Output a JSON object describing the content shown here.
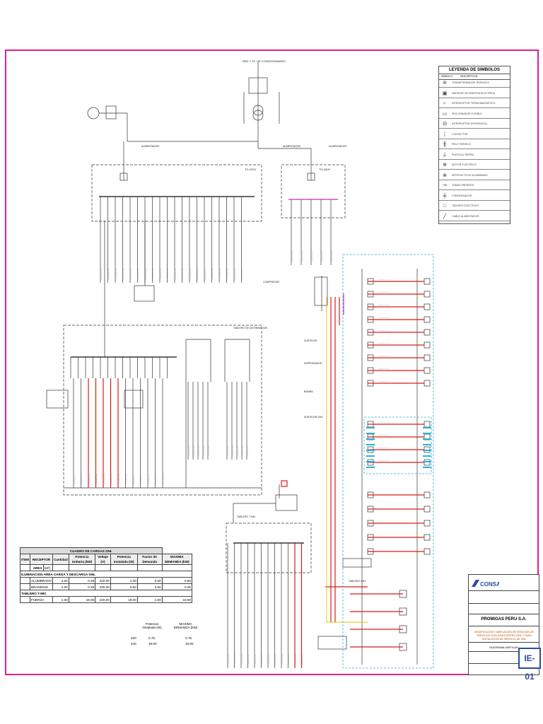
{
  "colors": {
    "frame": "#e21d8c",
    "red": "#d81b1b",
    "cyan": "#27b4d6",
    "yellow": "#e0c400",
    "magenta": "#c030c0",
    "ink": "#333333",
    "tb_blue": "#2b4ca6"
  },
  "diagram": {
    "source_label": "RED Y ST. DE CONCESIONARIO",
    "board_tg_220": "TG-220V",
    "board_tg_440": "TG-440V",
    "subboard_label": "TABLERO DE DISTRIBUCION",
    "feed_labels": [
      "ALIMENTADOR",
      "ALIMENTADOR",
      "ALIMENTADOR"
    ],
    "side_labels": [
      "COMPRESOR",
      "SURTIDOR",
      "DISPENSADOR",
      "SURTIDOR GNV",
      "BOMBA"
    ],
    "right_panel_label": "TABLERO GNV",
    "bottom_label": "TABLERO T-IMC"
  },
  "legend": {
    "title": "LEYENDA DE SIMBOLOS",
    "col_symbol": "SIMBOLO",
    "col_description": "DESCRIPCION",
    "rows": [
      {
        "icon": "transformer-icon",
        "glyph": "⊜",
        "text": "TRANSFORMADOR TRIFASICO"
      },
      {
        "icon": "meter-icon",
        "glyph": "▣",
        "text": "MEDIDOR DE ENERGIA ELECTRICA"
      },
      {
        "icon": "breaker-icon",
        "glyph": "⌐",
        "text": "INTERRUPTOR TERMOMAGNETICO"
      },
      {
        "icon": "switch-icon",
        "glyph": "▭",
        "text": "SECCIONADOR FUSIBLE"
      },
      {
        "icon": "differential-icon",
        "glyph": "⊟",
        "text": "INTERRUPTOR DIFERENCIAL"
      },
      {
        "icon": "contactor-icon",
        "glyph": "╎",
        "text": "CONTACTOR"
      },
      {
        "icon": "relay-icon",
        "glyph": "╫",
        "text": "RELE TERMICO"
      },
      {
        "icon": "ground-icon",
        "glyph": "⏚",
        "text": "PUESTA A TIERRA"
      },
      {
        "icon": "motor-icon",
        "glyph": "⊕",
        "text": "MOTOR ELECTRICO"
      },
      {
        "icon": "lamp-icon",
        "glyph": "⊗",
        "text": "ARTEFACTO DE ALUMBRADO"
      },
      {
        "icon": "outlet-icon",
        "glyph": "⊸",
        "text": "TOMACORRIENTE"
      },
      {
        "icon": "capacitor-icon",
        "glyph": "╪",
        "text": "CONDENSADOR"
      },
      {
        "icon": "board-icon",
        "glyph": "□",
        "text": "TABLERO ELECTRICO"
      },
      {
        "icon": "cable-icon",
        "glyph": "╱",
        "text": "CABLE ALIMENTADOR"
      }
    ]
  },
  "load_table": {
    "title": "CUADRO DE CARGAS GNL",
    "headers": [
      "ITEM",
      "RECEPTOR",
      "Cantidad",
      "Potencia Unitaria (kW)",
      "Voltaje (V)",
      "Potencia Instalada (W)",
      "Factor de Demanda",
      "MAXIMA DEMANDA (kW)"
    ],
    "area_label": "AREA",
    "area_unit": "(M²)",
    "sections": [
      {
        "name": "ILUMINACION AREA CARGA Y DESCARGA GNL",
        "rows": [
          {
            "receptor": "ALUMBRADO",
            "cantidad": "4.00",
            "potencia_unitaria": "0.25",
            "voltaje": "220.00",
            "potencia_instalada": "1.00",
            "factor": "0.50",
            "maxima": "0.50"
          },
          {
            "receptor": "BRANDING",
            "cantidad": "2.00",
            "potencia_unitaria": "0.25",
            "voltaje": "220.00",
            "potencia_instalada": "0.50",
            "factor": "0.50",
            "maxima": "0.25"
          }
        ]
      },
      {
        "name": "TABLERO T-IMC",
        "rows": [
          {
            "receptor": "FUERZA",
            "cantidad": "1.00",
            "potencia_unitaria": "19.00",
            "voltaje": "220.00",
            "potencia_instalada": "19.00",
            "factor": "1.00",
            "maxima": "19.00"
          }
        ]
      }
    ],
    "totals": {
      "header_installed": "Potencia Instalada (W)",
      "header_max": "MAXIMA DEMANDA (kW)",
      "rows": [
        {
          "voltage": "220",
          "installed": "0.75",
          "max": "0.75"
        },
        {
          "voltage": "440",
          "installed": "19.00",
          "max": "19.00"
        }
      ]
    }
  },
  "title_block": {
    "logo_text": "CONSAT",
    "client": "PROMIGAS PERU S.A.",
    "description": "MODIFICACIÓN Y AMPLIACIÓN DE ESTACIÓN DE SERVICIOS CON GASOCENTRO GNV Y PARA INSTALACIÓN DE SERVICIO DE GNL",
    "drawing_type": "DIAGRAMA UNIFILAR",
    "sheet_code": "IE-01"
  }
}
